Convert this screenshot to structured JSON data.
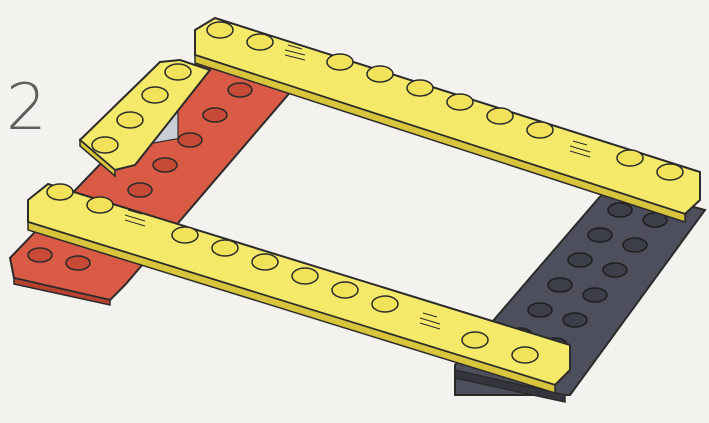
{
  "step": {
    "number": "2"
  },
  "colors": {
    "background": "#f4f2ee",
    "yellow": "#f5e96a",
    "yellow_shade": "#d9c53b",
    "red": "#d95a45",
    "red_shade": "#b8402e",
    "dark_gray": "#4d4f5c",
    "dark_gray_shade": "#34353f",
    "outline": "#2b2b2b",
    "gray_insert": "#c9cfd4"
  },
  "parts": [
    {
      "name": "red-plate-left",
      "color": "red"
    },
    {
      "name": "yellow-plate-top",
      "color": "yellow"
    },
    {
      "name": "yellow-plate-left-short",
      "color": "yellow"
    },
    {
      "name": "yellow-plate-bottom",
      "color": "yellow"
    },
    {
      "name": "dark-gray-plate-right",
      "color": "dark_gray"
    }
  ]
}
